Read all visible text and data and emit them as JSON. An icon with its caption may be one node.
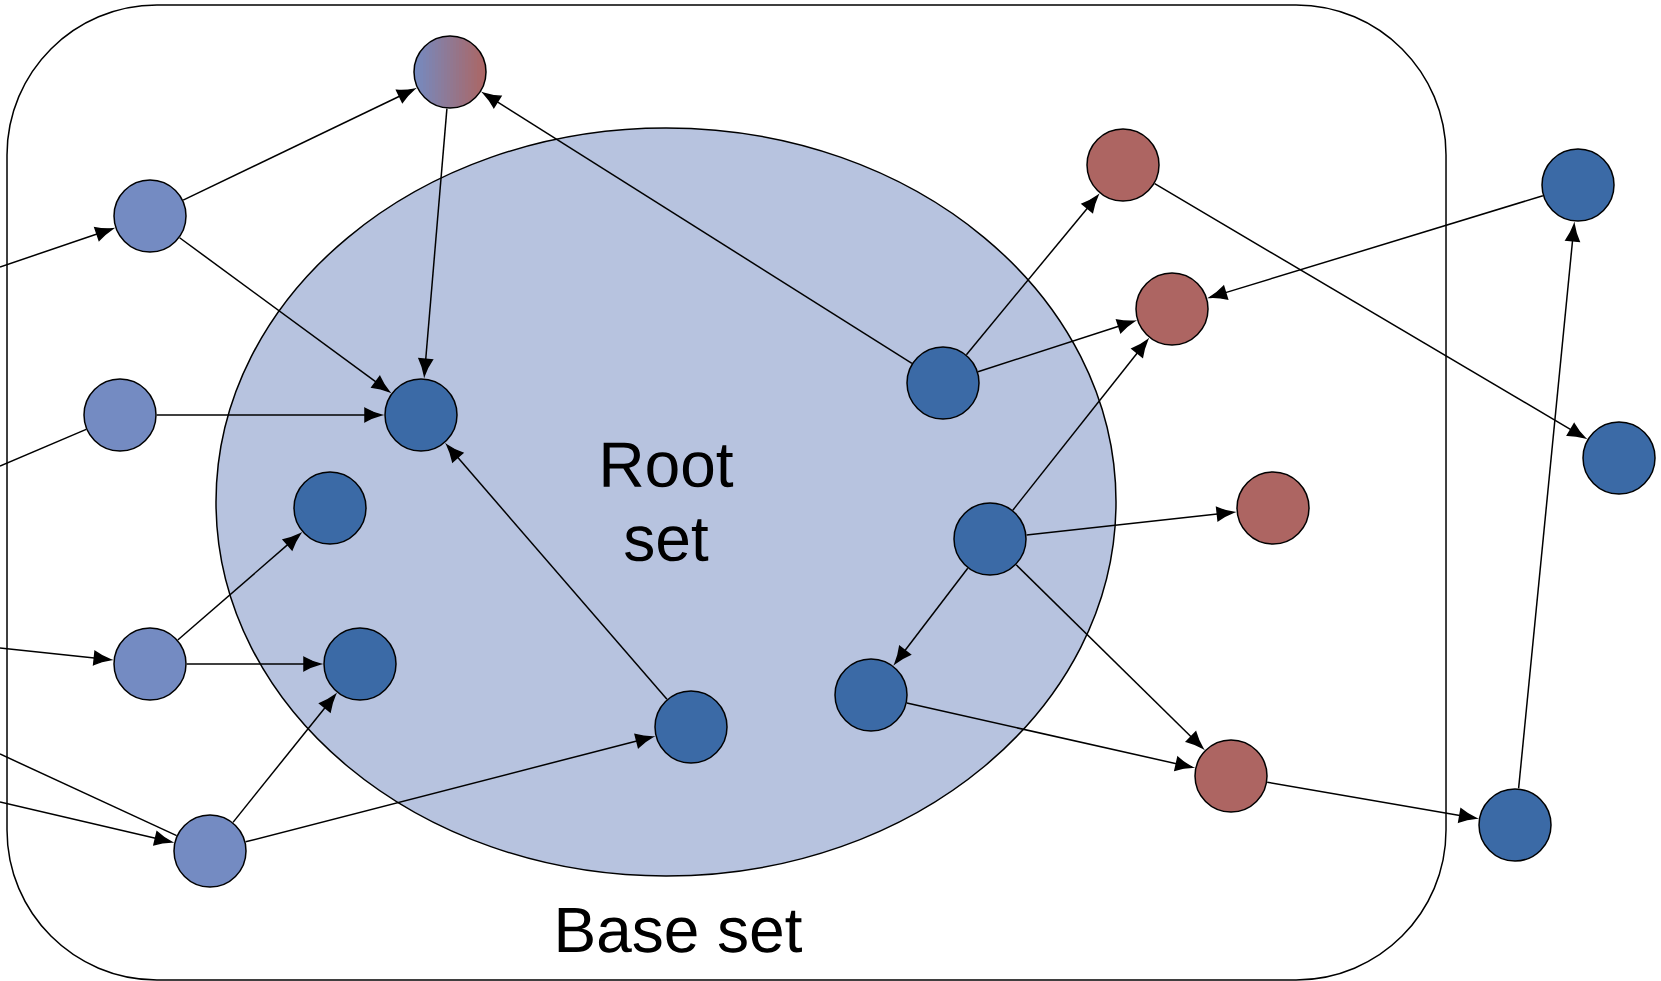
{
  "diagram": {
    "nodes": [
      {
        "text": [
          "Base set"
        ]
      },
      {
        "text": [
          "Root set"
        ],
        "in": 0
      },
      {
        "text": [],
        "shape": "circle",
        "in": 0
      },
      {
        "text": [],
        "shape": "circle",
        "in": 0
      },
      {
        "text": [],
        "shape": "circle"
      },
      {
        "text": [],
        "shape": "circle",
        "in": 0
      },
      {
        "text": [],
        "shape": "circle",
        "in": 0
      },
      {
        "text": [],
        "shape": "circle",
        "in": 1
      },
      {
        "text": [],
        "shape": "circle",
        "in": 0
      },
      {
        "text": [],
        "shape": "circle",
        "in": 1
      },
      {
        "text": [],
        "shape": "circle"
      },
      {
        "text": [],
        "shape": "circle",
        "in": 1
      },
      {
        "text": [],
        "shape": "circle",
        "in": 0
      },
      {
        "text": [],
        "shape": "circle",
        "in": 1
      },
      {
        "text": [],
        "shape": "circle",
        "in": 0
      },
      {
        "text": [],
        "shape": "circle",
        "in": 1
      },
      {
        "text": [],
        "shape": "circle",
        "in": 1
      },
      {
        "text": [],
        "shape": "circle",
        "in": 1
      },
      {
        "text": [],
        "shape": "circle",
        "in": 0
      },
      {
        "text": [],
        "shape": "circle"
      },
      {
        "text": [],
        "shape": "circle",
        "in": 0
      }
    ],
    "edges": [
      {
        "from": null,
        "to": 5,
        "arrow": "to"
      },
      {
        "from": 5,
        "to": 2,
        "arrow": "to"
      },
      {
        "from": 5,
        "to": 9,
        "arrow": "to"
      },
      {
        "from": 2,
        "to": 9,
        "arrow": "to"
      },
      {
        "from": 8,
        "to": 9,
        "arrow": "to"
      },
      {
        "from": 8,
        "to": null,
        "arrow": "none"
      },
      {
        "from": null,
        "to": 14,
        "arrow": "to"
      },
      {
        "from": 14,
        "to": 11,
        "arrow": "to"
      },
      {
        "from": 14,
        "to": 15,
        "arrow": "to"
      },
      {
        "from": 20,
        "to": null,
        "arrow": "none"
      },
      {
        "from": null,
        "to": 20,
        "arrow": "to"
      },
      {
        "from": 20,
        "to": 15,
        "arrow": "to"
      },
      {
        "from": 20,
        "to": 17,
        "arrow": "to"
      },
      {
        "from": 17,
        "to": 9,
        "arrow": "to"
      },
      {
        "from": 7,
        "to": 2,
        "arrow": "to"
      },
      {
        "from": 7,
        "to": 3,
        "arrow": "to"
      },
      {
        "from": 7,
        "to": 6,
        "arrow": "to"
      },
      {
        "from": 13,
        "to": 6,
        "arrow": "to"
      },
      {
        "from": 13,
        "to": 12,
        "arrow": "to"
      },
      {
        "from": 13,
        "to": 16,
        "arrow": "to"
      },
      {
        "from": 13,
        "to": 18,
        "arrow": "to"
      },
      {
        "from": 16,
        "to": 18,
        "arrow": "to"
      },
      {
        "from": 18,
        "to": 19,
        "arrow": "to"
      },
      {
        "from": 19,
        "to": 4,
        "arrow": "to"
      },
      {
        "from": 4,
        "to": 6,
        "arrow": "to"
      },
      {
        "from": 3,
        "to": 10,
        "arrow": "to"
      }
    ]
  }
}
